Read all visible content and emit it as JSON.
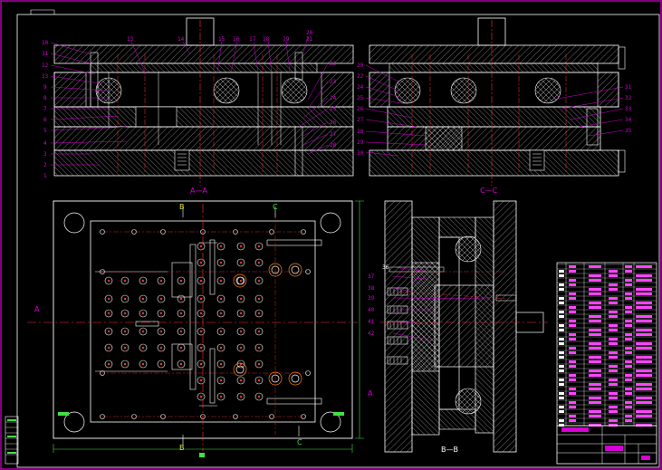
{
  "views": {
    "section_aa": {
      "caption": "A—A",
      "labels_left": [
        "10",
        "11",
        "12",
        "13",
        "9",
        "8",
        "7",
        "6",
        "5",
        "4",
        "3",
        "2",
        "1"
      ],
      "labels_top": [
        "13",
        "14",
        "15",
        "16",
        "17",
        "18",
        "19",
        "20",
        "21"
      ],
      "labels_right": [
        "22",
        "23",
        "24",
        "25",
        "26",
        "27",
        "28"
      ]
    },
    "section_cc": {
      "caption": "C—C",
      "labels_left": [
        "29",
        "22",
        "24",
        "25",
        "26",
        "27",
        "28",
        "29",
        "30"
      ],
      "labels_right": [
        "31",
        "32",
        "33",
        "34",
        "35"
      ]
    },
    "plan_view": {
      "marks": [
        "A",
        "A",
        "B",
        "B",
        "C",
        "C"
      ]
    },
    "section_bb": {
      "caption": "B—B",
      "labels": [
        "36",
        "37",
        "38",
        "39",
        "40",
        "41",
        "42"
      ]
    }
  },
  "colors": {
    "background": "#000000",
    "outline": "#ffffff",
    "centerline": "#ff3030",
    "annotation": "#d400d4",
    "dimension": "#40e040",
    "hatch": "#c8c8c8",
    "cooling": "#ff4040",
    "frame": "#ff00ff"
  }
}
